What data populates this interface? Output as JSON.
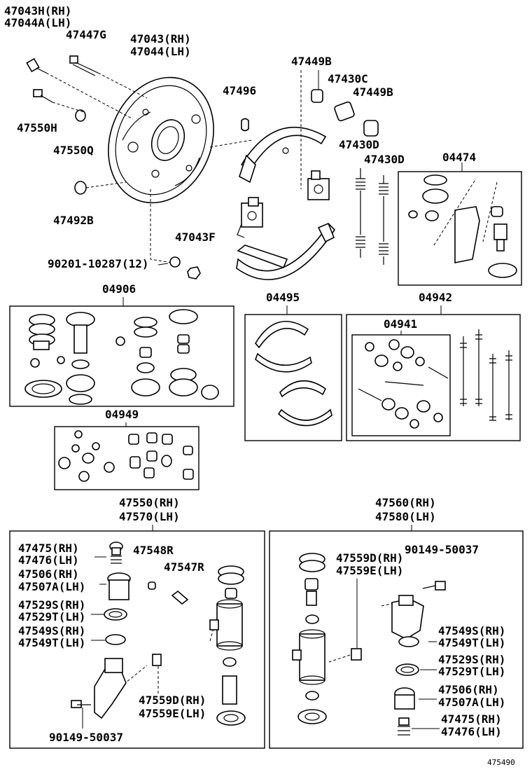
{
  "labels": {
    "p47043H": "47043H(RH)",
    "p47044A": "47044A(LH)",
    "p47447G": "47447G",
    "p47043": "47043(RH)",
    "p47044": "47044(LH)",
    "p47550H": "47550H",
    "p47550Q": "47550Q",
    "p47492B": "47492B",
    "p90201": "90201-10287(12)",
    "p47043F": "47043F",
    "p47496": "47496",
    "p47449B_a": "47449B",
    "p47430C": "47430C",
    "p47449B_b": "47449B",
    "p47430D_a": "47430D",
    "p47430D_b": "47430D",
    "p04474": "04474",
    "p04906": "04906",
    "p04495": "04495",
    "p04942": "04942",
    "p04941": "04941",
    "p04949": "04949",
    "p47550RH": "47550(RH)",
    "p47570LH": "47570(LH)",
    "p47560RH": "47560(RH)",
    "p47580LH": "47580(LH)",
    "L_47475": "47475(RH)",
    "L_47476": "47476(LH)",
    "L_47548R": "47548R",
    "L_47506": "47506(RH)",
    "L_47507A": "47507A(LH)",
    "L_47547R": "47547R",
    "L_47529S": "47529S(RH)",
    "L_47529T": "47529T(LH)",
    "L_47549S": "47549S(RH)",
    "L_47549T": "47549T(LH)",
    "L_47559D": "47559D(RH)",
    "L_47559E": "47559E(LH)",
    "L_90149": "90149-50037",
    "R_47559D": "47559D(RH)",
    "R_47559E": "47559E(LH)",
    "R_90149": "90149-50037",
    "R_47549S": "47549S(RH)",
    "R_47549T": "47549T(LH)",
    "R_47529S": "47529S(RH)",
    "R_47529T": "47529T(LH)",
    "R_47506": "47506(RH)",
    "R_47507A": "47507A(LH)",
    "R_47475": "47475(RH)",
    "R_47476": "47476(LH)",
    "figure_no": "475490"
  }
}
